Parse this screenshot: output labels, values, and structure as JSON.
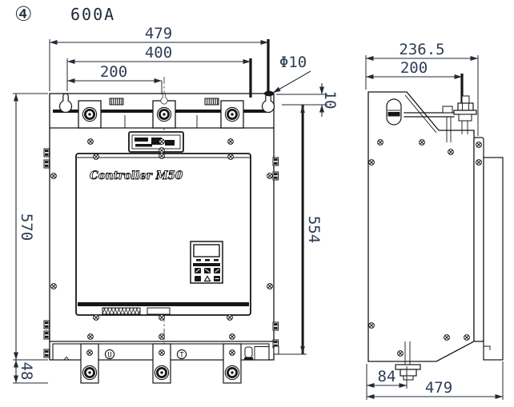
{
  "header": {
    "index_label": "④",
    "model_label": "600A"
  },
  "front": {
    "logo_text": "Controller M50",
    "terminal_u": "U",
    "terminal_t": "T",
    "dims": {
      "width_total": "479",
      "width_mount": "400",
      "width_half": "200",
      "hole_dia": "Φ10",
      "hole_top_offset": "10",
      "height_overall": "570",
      "height_mount": "554",
      "busbar_drop": "48"
    }
  },
  "side": {
    "dims": {
      "depth_total": "236.5",
      "depth_mount": "200",
      "bolt_offset": "84",
      "depth_overall": "479"
    }
  },
  "colors": {
    "line": "#161616",
    "dim_text": "#2e3c55",
    "background": "#ffffff"
  }
}
